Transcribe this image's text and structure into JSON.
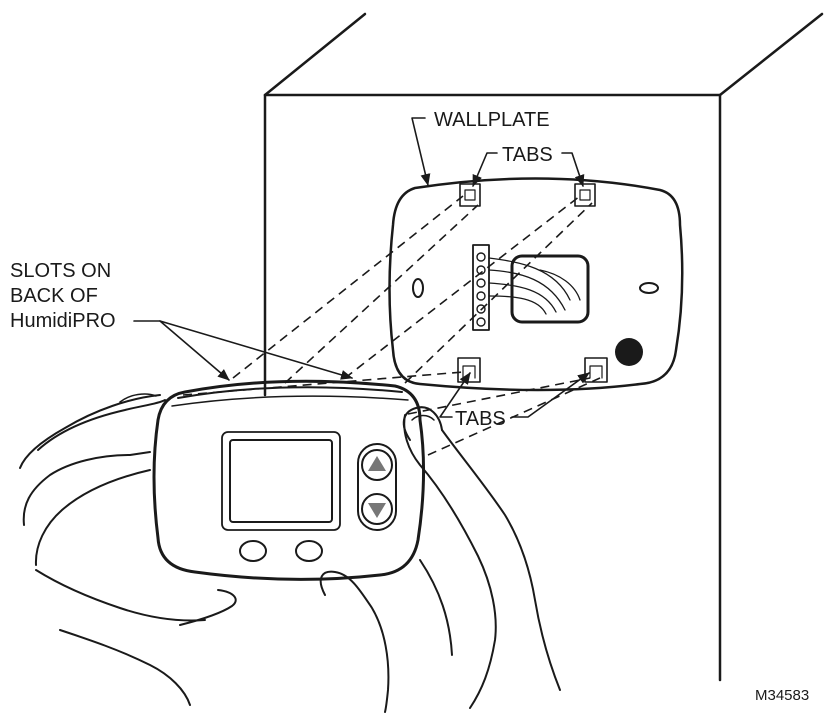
{
  "labels": {
    "wallplate": "WALLPLATE",
    "tabs_top": "TABS",
    "tabs_bottom": "TABS",
    "slots_line1": "SLOTS ON",
    "slots_line2": "BACK OF",
    "slots_line3": "HumidiPRO",
    "figure_code": "M34583"
  },
  "colors": {
    "ink": "#1a1a1a",
    "panel_gray": "#b8b8b8",
    "button_gray": "#c4c4c4",
    "arrow_dark": "#777777"
  },
  "icons": {
    "up": "up-arrow-button-icon",
    "down": "down-arrow-button-icon"
  }
}
